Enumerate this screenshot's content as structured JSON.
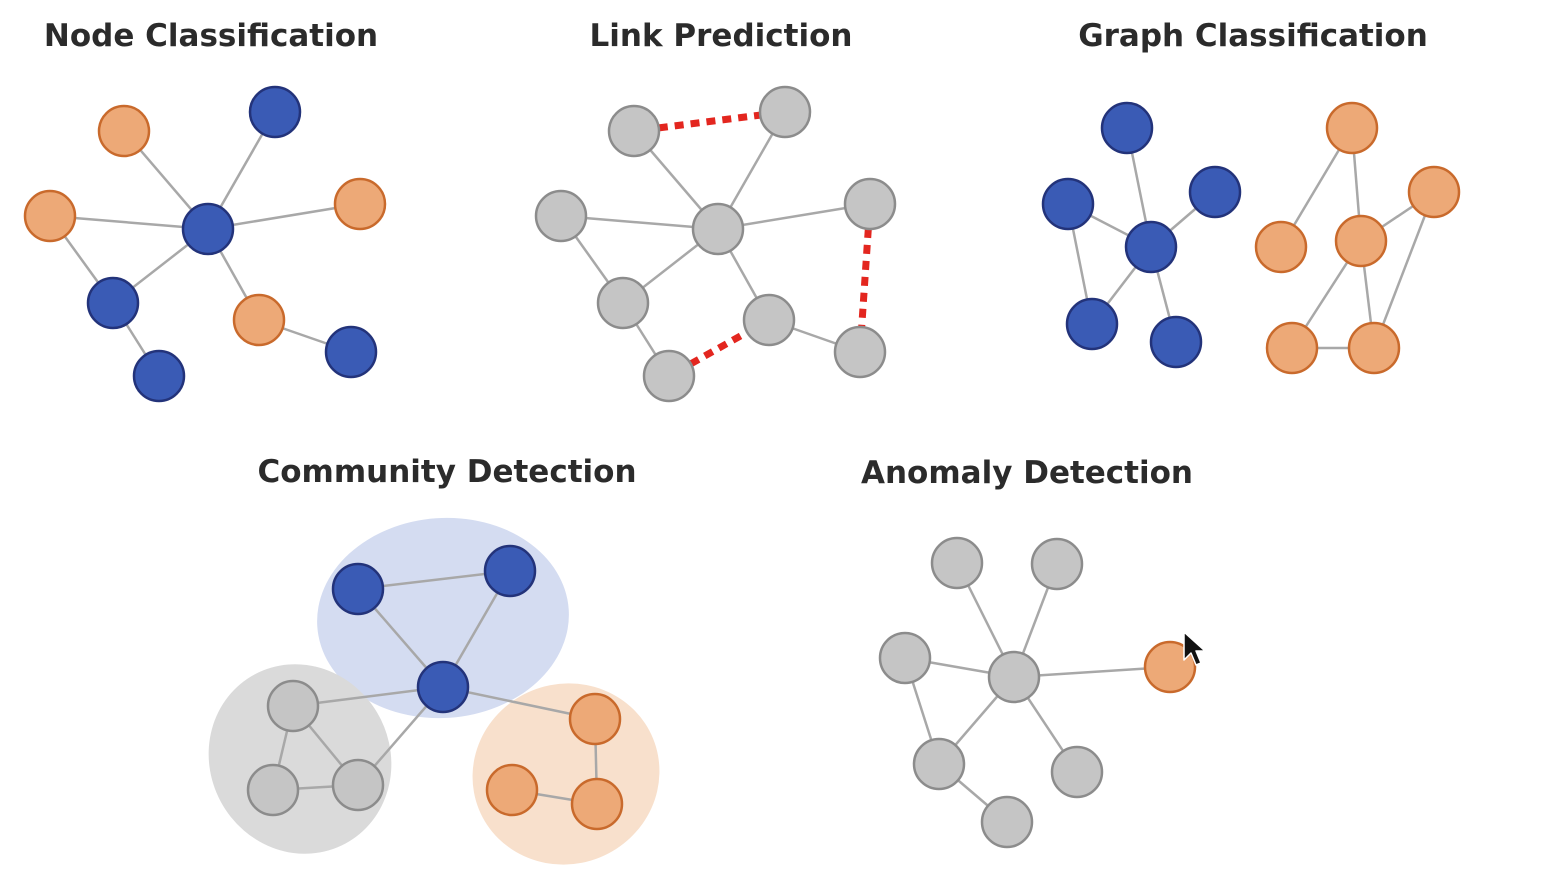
{
  "colors": {
    "blue": "#3a5bb5",
    "blue_stroke": "#23337a",
    "orange": "#eda977",
    "orange_stroke": "#c96a2c",
    "gray": "#c5c5c5",
    "gray_stroke": "#8c8c8c",
    "edge": "#a8a8a8",
    "predicted_link": "#e3261f",
    "community_blue_bg": "#d4dcf1",
    "community_gray_bg": "#dadada",
    "community_orange_bg": "#f8e0cc"
  },
  "panels": {
    "node_classification": {
      "title": "Node Classification",
      "nodes": [
        {
          "id": "c",
          "color": "blue"
        },
        {
          "id": "n1",
          "color": "orange"
        },
        {
          "id": "n2",
          "color": "blue"
        },
        {
          "id": "n3",
          "color": "orange"
        },
        {
          "id": "n4",
          "color": "orange"
        },
        {
          "id": "n5",
          "color": "blue"
        },
        {
          "id": "n6",
          "color": "orange"
        },
        {
          "id": "n7",
          "color": "blue"
        },
        {
          "id": "n8",
          "color": "blue"
        }
      ],
      "edges": [
        [
          "c",
          "n1"
        ],
        [
          "c",
          "n2"
        ],
        [
          "c",
          "n3"
        ],
        [
          "c",
          "n4"
        ],
        [
          "c",
          "n5"
        ],
        [
          "c",
          "n6"
        ],
        [
          "n3",
          "n5"
        ],
        [
          "n5",
          "n7"
        ],
        [
          "n6",
          "n8"
        ]
      ]
    },
    "link_prediction": {
      "title": "Link Prediction",
      "nodes": [
        {
          "id": "c",
          "color": "gray"
        },
        {
          "id": "p1",
          "color": "gray"
        },
        {
          "id": "p2",
          "color": "gray"
        },
        {
          "id": "p3",
          "color": "gray"
        },
        {
          "id": "p4",
          "color": "gray"
        },
        {
          "id": "p5",
          "color": "gray"
        },
        {
          "id": "p6",
          "color": "gray"
        },
        {
          "id": "p7",
          "color": "gray"
        },
        {
          "id": "p8",
          "color": "gray"
        }
      ],
      "edges": [
        [
          "c",
          "p1"
        ],
        [
          "c",
          "p2"
        ],
        [
          "c",
          "p3"
        ],
        [
          "c",
          "p4"
        ],
        [
          "c",
          "p5"
        ],
        [
          "c",
          "p6"
        ],
        [
          "p3",
          "p5"
        ],
        [
          "p5",
          "p7"
        ],
        [
          "p6",
          "p8"
        ]
      ],
      "predicted_links": [
        [
          "p1",
          "p2"
        ],
        [
          "p4",
          "p8"
        ],
        [
          "p7",
          "p6"
        ]
      ]
    },
    "graph_classification": {
      "title": "Graph Classification",
      "nodes": [
        {
          "id": "b1",
          "color": "blue"
        },
        {
          "id": "b2",
          "color": "blue"
        },
        {
          "id": "b3",
          "color": "blue"
        },
        {
          "id": "b4",
          "color": "blue"
        },
        {
          "id": "b5",
          "color": "blue"
        },
        {
          "id": "b6",
          "color": "blue"
        },
        {
          "id": "o1",
          "color": "orange"
        },
        {
          "id": "o2",
          "color": "orange"
        },
        {
          "id": "o3",
          "color": "orange"
        },
        {
          "id": "o4",
          "color": "orange"
        },
        {
          "id": "o5",
          "color": "orange"
        },
        {
          "id": "o6",
          "color": "orange"
        }
      ],
      "edges": [
        [
          "b4",
          "b1"
        ],
        [
          "b4",
          "b2"
        ],
        [
          "b4",
          "b3"
        ],
        [
          "b4",
          "b5"
        ],
        [
          "b4",
          "b6"
        ],
        [
          "b2",
          "b5"
        ],
        [
          "o1",
          "o2"
        ],
        [
          "o1",
          "o3"
        ],
        [
          "o3",
          "o4"
        ],
        [
          "o3",
          "o5"
        ],
        [
          "o3",
          "o6"
        ],
        [
          "o4",
          "o6"
        ],
        [
          "o5",
          "o6"
        ]
      ]
    },
    "community_detection": {
      "title": "Community Detection",
      "communities": [
        {
          "id": "blue",
          "fill": "community_blue_bg"
        },
        {
          "id": "gray",
          "fill": "community_gray_bg"
        },
        {
          "id": "orange",
          "fill": "community_orange_bg"
        }
      ],
      "nodes": [
        {
          "id": "cb1",
          "color": "blue"
        },
        {
          "id": "cb2",
          "color": "blue"
        },
        {
          "id": "cb3",
          "color": "blue"
        },
        {
          "id": "cg1",
          "color": "gray"
        },
        {
          "id": "cg2",
          "color": "gray"
        },
        {
          "id": "cg3",
          "color": "gray"
        },
        {
          "id": "co1",
          "color": "orange"
        },
        {
          "id": "co2",
          "color": "orange"
        },
        {
          "id": "co3",
          "color": "orange"
        }
      ],
      "edges": [
        [
          "cb1",
          "cb2"
        ],
        [
          "cb1",
          "cb3"
        ],
        [
          "cb2",
          "cb3"
        ],
        [
          "cb3",
          "cg1"
        ],
        [
          "cb3",
          "cg3"
        ],
        [
          "cb3",
          "co1"
        ],
        [
          "cg1",
          "cg2"
        ],
        [
          "cg1",
          "cg3"
        ],
        [
          "cg2",
          "cg3"
        ],
        [
          "co1",
          "co3"
        ],
        [
          "co2",
          "co3"
        ]
      ]
    },
    "anomaly_detection": {
      "title": "Anomaly Detection",
      "nodes": [
        {
          "id": "c",
          "color": "gray"
        },
        {
          "id": "a1",
          "color": "gray"
        },
        {
          "id": "a2",
          "color": "gray"
        },
        {
          "id": "a3",
          "color": "gray"
        },
        {
          "id": "a4",
          "color": "orange"
        },
        {
          "id": "a5",
          "color": "gray"
        },
        {
          "id": "a6",
          "color": "gray"
        },
        {
          "id": "a7",
          "color": "gray"
        }
      ],
      "edges": [
        [
          "c",
          "a1"
        ],
        [
          "c",
          "a2"
        ],
        [
          "c",
          "a3"
        ],
        [
          "c",
          "a4"
        ],
        [
          "c",
          "a5"
        ],
        [
          "c",
          "a6"
        ],
        [
          "a3",
          "a5"
        ],
        [
          "a5",
          "a7"
        ]
      ]
    }
  },
  "cursor": {
    "icon": "mouse-pointer-icon"
  }
}
